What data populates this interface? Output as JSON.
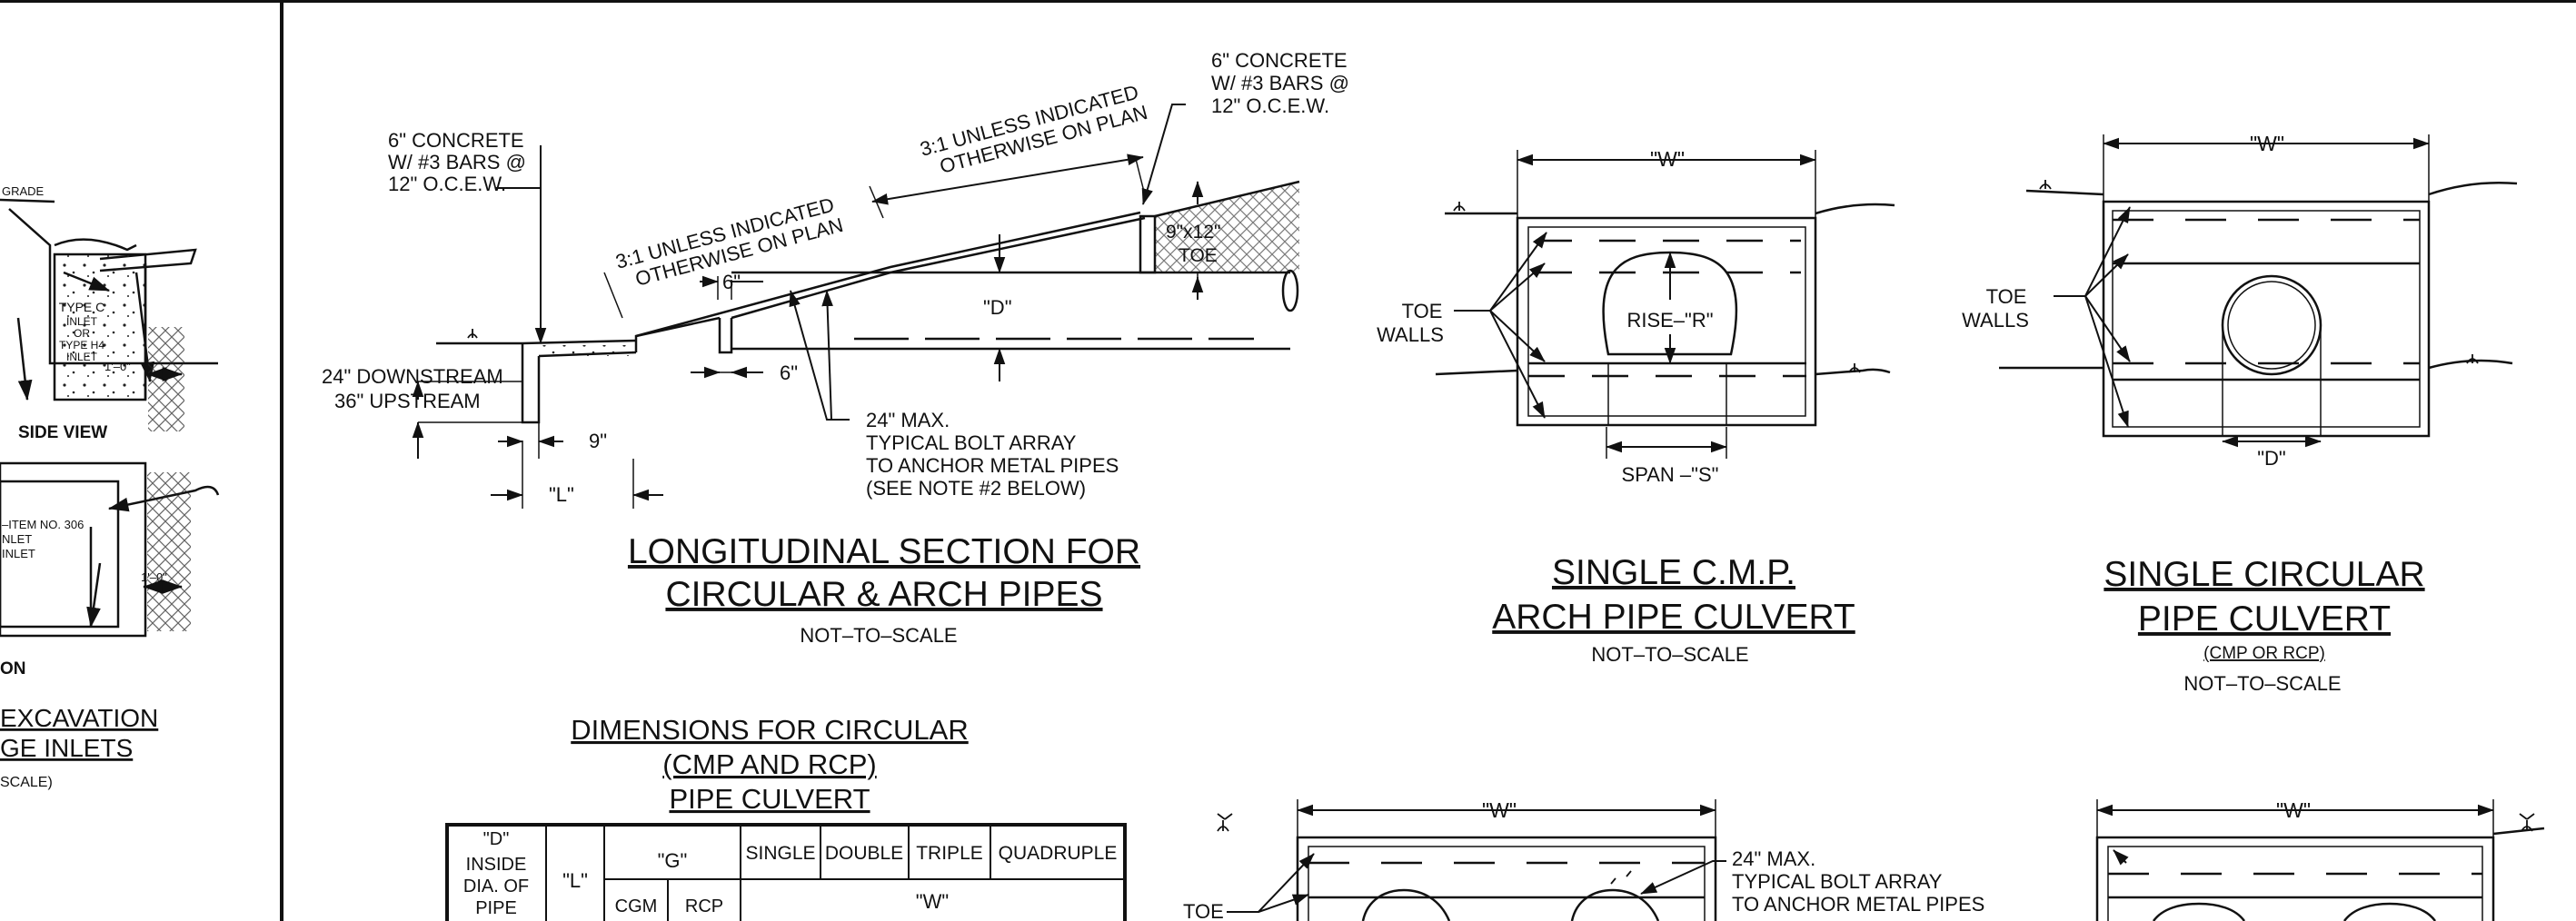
{
  "left_fragment": {
    "grade": "GRADE",
    "inlet_label": [
      "TYPE C",
      "INLET",
      "OR",
      "TYPE H4",
      "INLET"
    ],
    "dim_1ft": "1'–0\"",
    "side_view": "SIDE VIEW",
    "item_label": [
      "–ITEM NO. 306",
      "NLET",
      "INLET"
    ],
    "dim_1ft_2": "1'–0\"",
    "on_fragment": "ON",
    "title_line1": "EXCAVATION",
    "title_line2": "GE INLETS",
    "scale": "SCALE)"
  },
  "longitudinal": {
    "concrete_left": [
      "6\" CONCRETE",
      "W/ #3 BARS @",
      "12\" O.C.E.W."
    ],
    "concrete_right": [
      "6\" CONCRETE",
      "W/ #3 BARS @",
      "12\" O.C.E.W."
    ],
    "slope_lower": [
      "3:1 UNLESS INDICATED",
      "OTHERWISE ON PLAN"
    ],
    "slope_upper": [
      "3:1 UNLESS INDICATED",
      "OTHERWISE ON PLAN"
    ],
    "six_top": "6\"",
    "six_bottom": "6\"",
    "toe": [
      "9\"x12\"",
      "TOE"
    ],
    "d_label": "\"D\"",
    "downstream": [
      "24\" DOWNSTREAM",
      "36\" UPSTREAM"
    ],
    "nine": "9\"",
    "l_label": "\"L\"",
    "bolt_note": [
      "24\" MAX.",
      "TYPICAL BOLT ARRAY",
      "TO ANCHOR METAL PIPES",
      "(SEE NOTE #2 BELOW)"
    ],
    "title_line1": "LONGITUDINAL SECTION FOR",
    "title_line2": "CIRCULAR & ARCH PIPES",
    "scale": "NOT–TO–SCALE"
  },
  "arch": {
    "w": "\"W\"",
    "toe_walls": [
      "TOE",
      "WALLS"
    ],
    "rise": "RISE–\"R\"",
    "span": "SPAN –\"S\"",
    "title_line1": "SINGLE C.M.P.",
    "title_line2": "ARCH PIPE CULVERT",
    "scale": "NOT–TO–SCALE"
  },
  "circular": {
    "w": "\"W\"",
    "toe_walls": [
      "TOE",
      "WALLS"
    ],
    "d": "\"D\"",
    "title_line1": "SINGLE CIRCULAR",
    "title_line2": "PIPE CULVERT",
    "subtitle": "(CMP OR RCP)",
    "scale": "NOT–TO–SCALE"
  },
  "dimensions": {
    "title_line1": "DIMENSIONS FOR CIRCULAR",
    "title_line2": "(CMP AND RCP)",
    "title_line3": "PIPE CULVERT",
    "col_d": [
      "\"D\"",
      "INSIDE",
      "DIA. OF",
      "PIPE"
    ],
    "col_l": "\"L\"",
    "col_g": "\"G\"",
    "col_cgm": "CGM",
    "col_rcp": "RCP",
    "col_single": "SINGLE",
    "col_double": "DOUBLE",
    "col_triple": "TRIPLE",
    "col_quadruple": "QUADRUPLE",
    "col_w": "\"W\""
  },
  "double": {
    "w": "\"W\"",
    "toe": "TOE",
    "bolt_note": [
      "24\" MAX.",
      "TYPICAL BOLT ARRAY",
      "TO ANCHOR METAL PIPES"
    ]
  },
  "double_right": {
    "w": "\"W\""
  }
}
